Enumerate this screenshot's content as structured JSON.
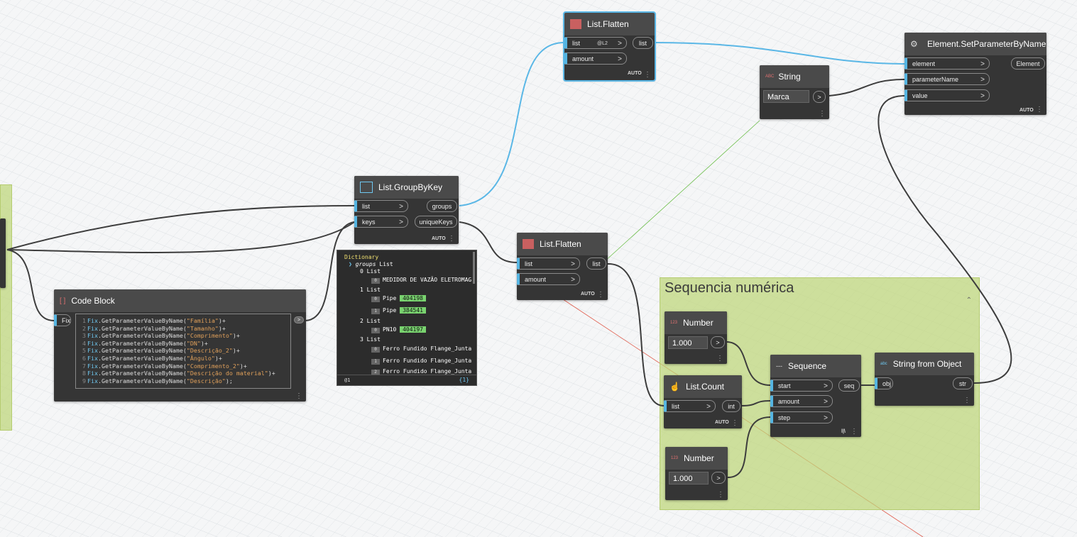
{
  "groups": [
    {
      "title": "Sequencia numérica"
    }
  ],
  "nodes": {
    "flatten_top": {
      "title": "List.Flatten",
      "in_list": "list",
      "level": "@L2",
      "in_amount": "amount",
      "out_list": "list",
      "lacing": "AUTO"
    },
    "set_param": {
      "title": "Element.SetParameterByName",
      "in_element": "element",
      "in_param": "parameterName",
      "in_value": "value",
      "out": "Element",
      "lacing": "AUTO"
    },
    "string_node": {
      "title": "String",
      "icon_text": "ABC",
      "value": "Marca"
    },
    "group_by_key": {
      "title": "List.GroupByKey",
      "in_list": "list",
      "in_keys": "keys",
      "out_groups": "groups",
      "out_keys": "uniqueKeys",
      "lacing": "AUTO"
    },
    "flatten_mid": {
      "title": "List.Flatten",
      "in_list": "list",
      "in_amount": "amount",
      "out_list": "list",
      "lacing": "AUTO"
    },
    "code_block": {
      "title": "Code Block",
      "in_port": "Fix",
      "lines": [
        {
          "n": "1",
          "cls": "Fix",
          "fn": ".GetParameterValueByName(",
          "str": "\"Família\"",
          "end": ")+"
        },
        {
          "n": "2",
          "cls": "Fix",
          "fn": ".GetParameterValueByName(",
          "str": "\"Tamanho\"",
          "end": ")+"
        },
        {
          "n": "3",
          "cls": "Fix",
          "fn": ".GetParameterValueByName(",
          "str": "\"Comprimento\"",
          "end": ")+"
        },
        {
          "n": "4",
          "cls": "Fix",
          "fn": ".GetParameterValueByName(",
          "str": "\"DN\"",
          "end": ")+"
        },
        {
          "n": "5",
          "cls": "Fix",
          "fn": ".GetParameterValueByName(",
          "str": "\"Descrição_2\"",
          "end": ")+"
        },
        {
          "n": "6",
          "cls": "Fix",
          "fn": ".GetParameterValueByName(",
          "str": "\"Ângulo\"",
          "end": ")+"
        },
        {
          "n": "7",
          "cls": "Fix",
          "fn": ".GetParameterValueByName(",
          "str": "\"Comprimento_2\"",
          "end": ")+"
        },
        {
          "n": "8",
          "cls": "Fix",
          "fn": ".GetParameterValueByName(",
          "str": "\"Descrição do material\"",
          "end": ")+"
        },
        {
          "n": "9",
          "cls": "Fix",
          "fn": ".GetParameterValueByName(",
          "str": "\"Descrição\"",
          "end": ");"
        }
      ]
    },
    "watch": {
      "header": "Dictionary",
      "groups_key": "groups",
      "groups_type": "List",
      "l0": "0 List",
      "l0_0": "MEDIDOR DE VAZÃO ELETROMAG",
      "l1": "1 List",
      "l1_0_name": "Pipe",
      "l1_0_val": "404198",
      "l1_1_name": "Pipe",
      "l1_1_val": "384541",
      "l2": "2 List",
      "l2_0_name": "PN10",
      "l2_0_val": "404197",
      "l3": "3 List",
      "l3_0": "Ferro Fundido Flange_Junta",
      "l3_1": "Ferro Fundido Flange_Junta",
      "l3_2": "Ferro Fundido Flange_Junta",
      "footer_left": "@1",
      "footer_right": "{1}"
    },
    "number1": {
      "title": "Number",
      "value": "1.000"
    },
    "list_count": {
      "title": "List.Count",
      "in_list": "list",
      "out": "int",
      "lacing": "AUTO"
    },
    "number2": {
      "title": "Number",
      "value": "1.000"
    },
    "sequence": {
      "title": "Sequence",
      "in_start": "start",
      "in_amount": "amount",
      "in_step": "step",
      "out": "seq",
      "lacing": "l|\\"
    },
    "string_from_obj": {
      "title": "String from Object",
      "in_obj": "obj",
      "out": "str"
    }
  },
  "colors": {
    "wire": "#3a3a3a",
    "selected_wire": "#5ab7e6",
    "accent": "#5ab7e6",
    "group_fill": "#bed678",
    "value_badge": "#79d36f"
  }
}
